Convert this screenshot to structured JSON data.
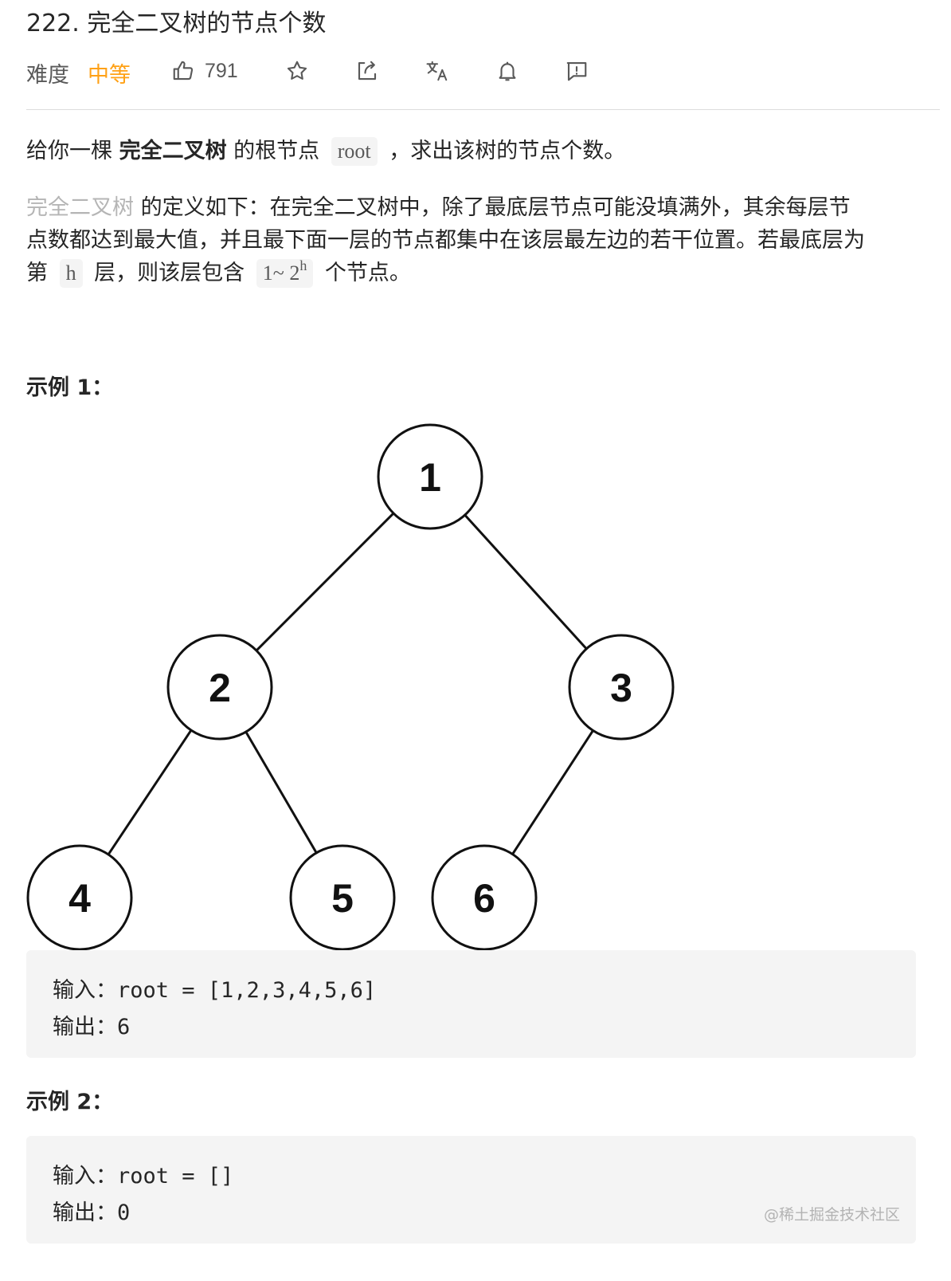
{
  "problem": {
    "title": "222. 完全二叉树的节点个数",
    "difficulty_label": "难度",
    "difficulty_value": "中等",
    "like_count": "791"
  },
  "colors": {
    "accent": "#ffa116",
    "text": "#262626",
    "muted": "#595959",
    "code_bg": "#f4f4f4"
  },
  "toolbar_icons": [
    "thumbs-up-icon",
    "star-icon",
    "share-icon",
    "translate-icon",
    "bell-icon",
    "feedback-icon"
  ],
  "description": {
    "p1_a": "给你一棵 ",
    "p1_bold": "完全二叉树",
    "p1_b": " 的根节点 ",
    "p1_code": "root",
    "p1_c": " ，求出该树的节点个数。",
    "p2_link": "完全二叉树",
    "p2_line1": " 的定义如下：在完全二叉树中，除了最底层节点可能没填满外，其余每层节",
    "p2_line2": "点数都达到最大值，并且最下面一层的节点都集中在该层最左边的若干位置。若最底层为",
    "p2_line3_a": "第 ",
    "p2_code_h": "h",
    "p2_line3_b": " 层，则该层包含 ",
    "p2_code_range": "1~ 2",
    "p2_code_sup": "h",
    "p2_line3_c": " 个节点。"
  },
  "example1": {
    "heading": "示例 1：",
    "input_line": "输入：root = [1,2,3,4,5,6]",
    "output_line": "输出：6"
  },
  "tree": {
    "nodes": [
      {
        "id": "1"
      },
      {
        "id": "2"
      },
      {
        "id": "3"
      },
      {
        "id": "4"
      },
      {
        "id": "5"
      },
      {
        "id": "6"
      }
    ],
    "edges": [
      [
        "1",
        "2"
      ],
      [
        "1",
        "3"
      ],
      [
        "2",
        "4"
      ],
      [
        "2",
        "5"
      ],
      [
        "3",
        "6"
      ]
    ]
  },
  "example2": {
    "heading": "示例 2：",
    "input_line": "输入：root = []",
    "output_line": "输出：0"
  },
  "watermark": "@稀土掘金技术社区"
}
